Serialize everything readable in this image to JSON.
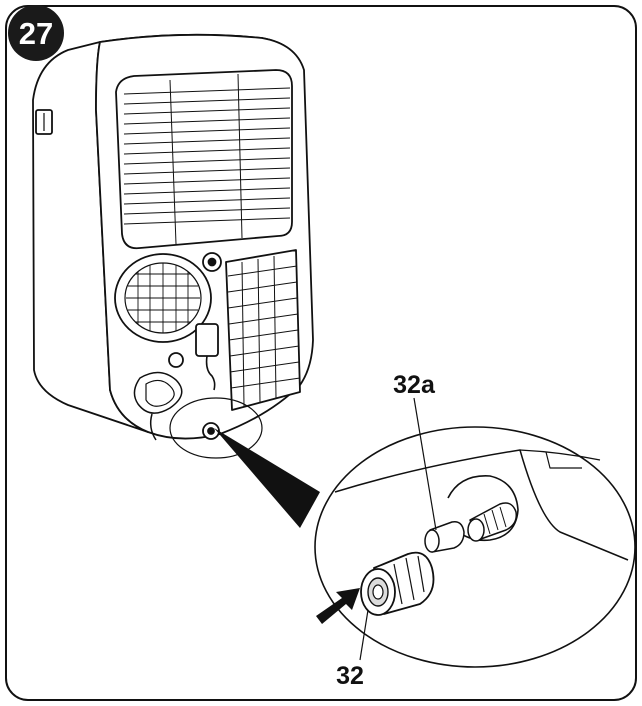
{
  "figure": {
    "step_number": "27",
    "callouts": {
      "drain_cap": "32",
      "drain_plug": "32a"
    }
  },
  "colors": {
    "line": "#111111",
    "badge": "#1a1a1a",
    "shade": "#dcdcdc",
    "pointer": "#111111",
    "background": "#ffffff"
  }
}
